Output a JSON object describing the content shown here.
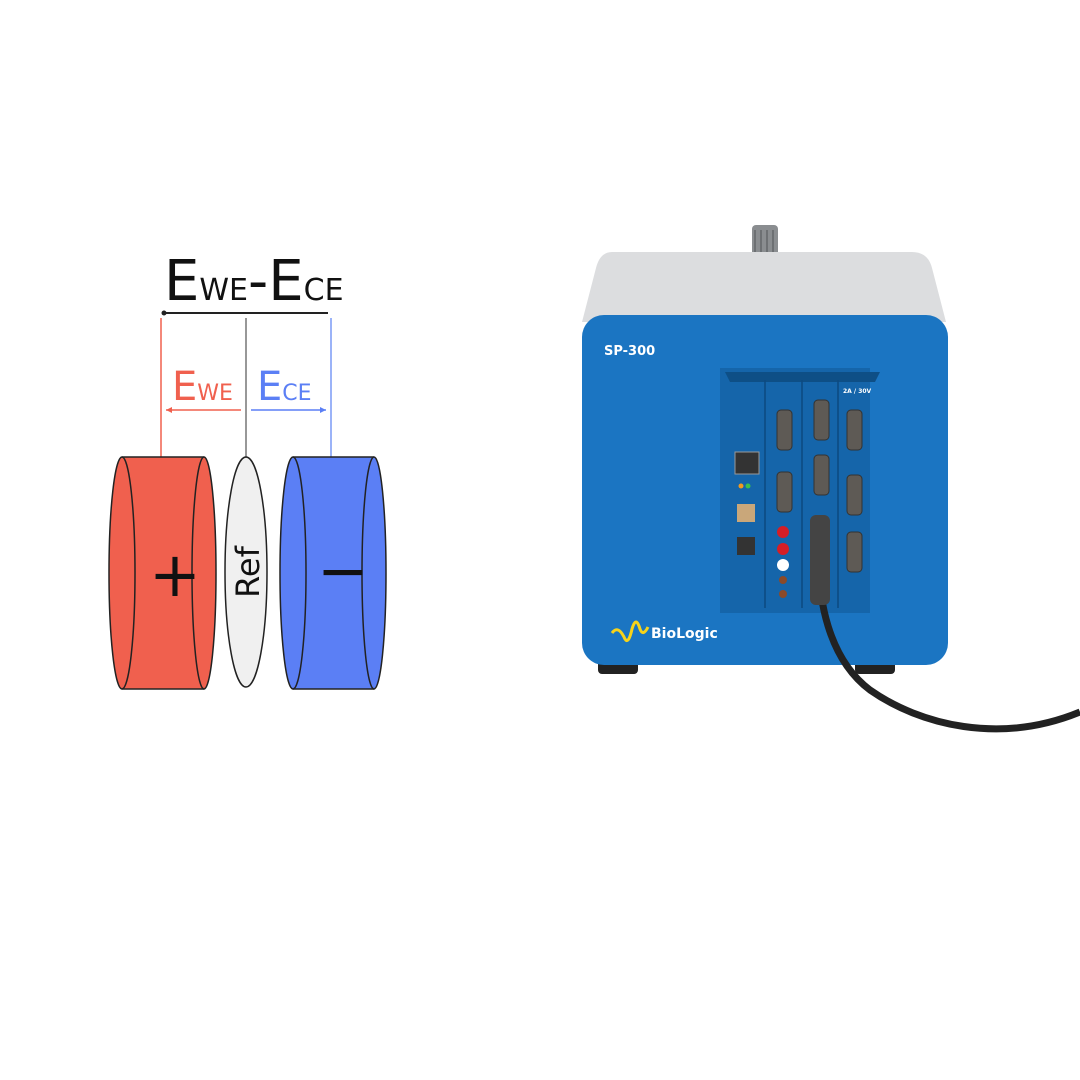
{
  "diagram": {
    "top_formula": {
      "e1": "E",
      "sub1": "WE",
      "dash": "-",
      "e2": "E",
      "sub2": "CE"
    },
    "we_label": {
      "e": "E",
      "sub": "WE"
    },
    "ce_label": {
      "e": "E",
      "sub": "CE"
    },
    "electrodes": {
      "positive": "+",
      "reference": "Ref",
      "negative": "−"
    },
    "colors": {
      "working": "#f0604e",
      "counter": "#5b7ff5",
      "reference": "#f0f0f0",
      "device": "#1b75c2"
    }
  },
  "device": {
    "model": "SP-300",
    "brand": "BioLogic",
    "rating": "2A / 30V"
  }
}
